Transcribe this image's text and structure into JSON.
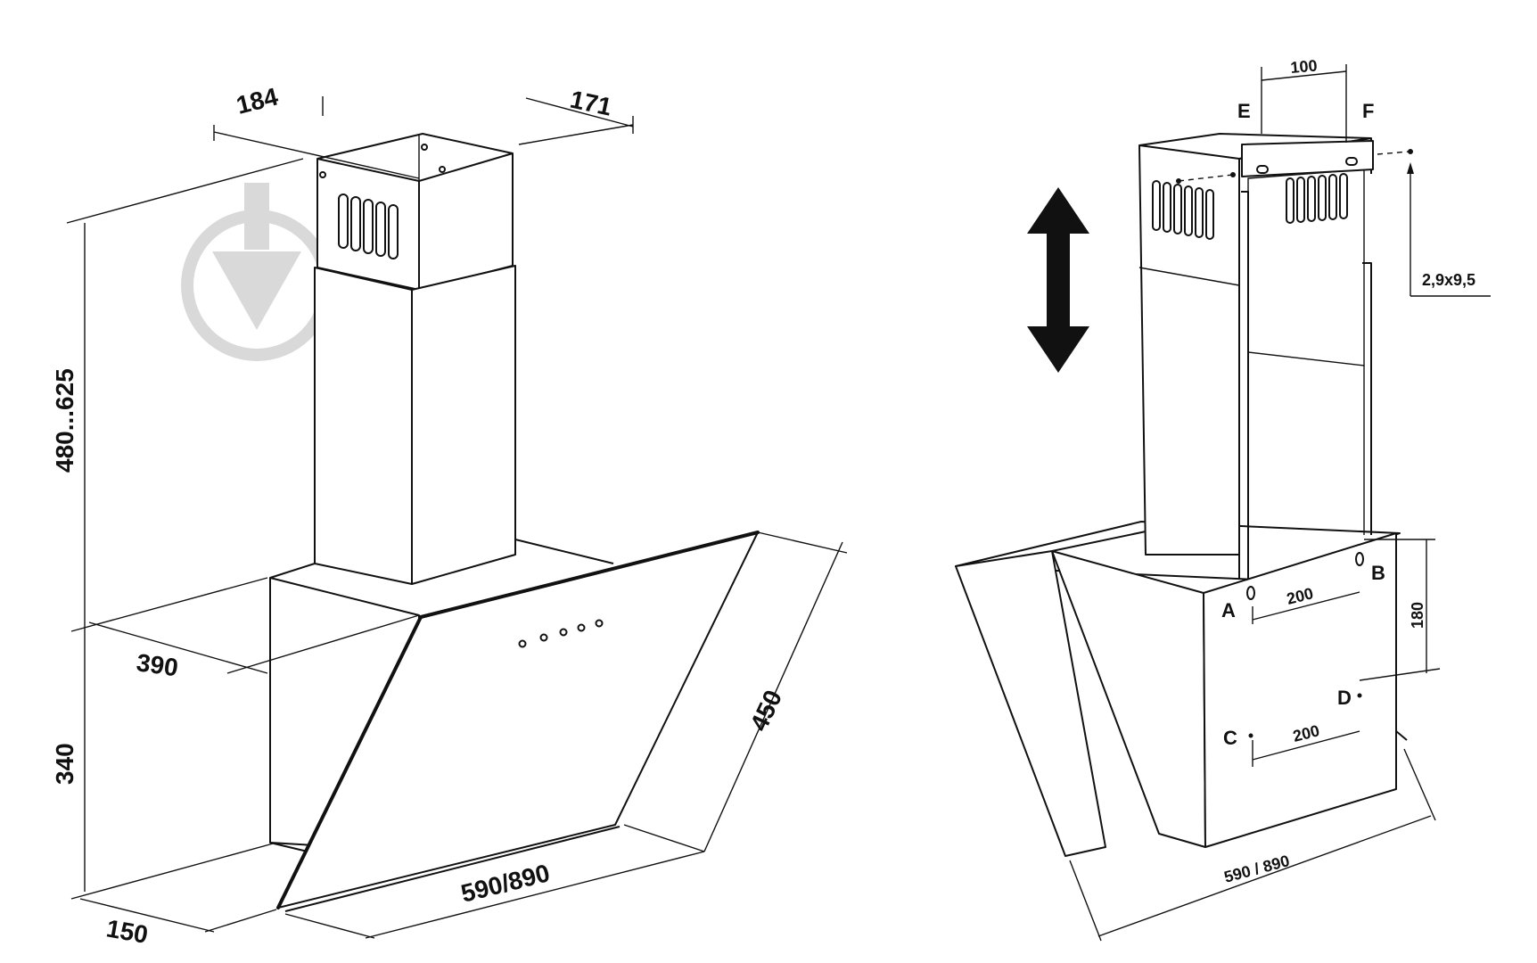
{
  "left_view": {
    "dim_chimney_width": "184",
    "dim_chimney_depth": "171",
    "dim_height_range": "480...625",
    "dim_body_depth": "390",
    "dim_body_height": "340",
    "dim_glass_height": "450",
    "dim_width": "590/890",
    "dim_bottom_depth": "150"
  },
  "right_view": {
    "label_e": "E",
    "label_f": "F",
    "dim_bracket_spacing": "100",
    "dim_screw": "2,9x9,5",
    "label_a": "A",
    "label_b": "B",
    "label_c": "C",
    "label_d": "D",
    "dim_ab": "200",
    "dim_cd": "200",
    "dim_vertical": "180",
    "dim_width": "590 / 890"
  },
  "colors": {
    "line": "#111111",
    "watermark": "#d9d9d9"
  }
}
